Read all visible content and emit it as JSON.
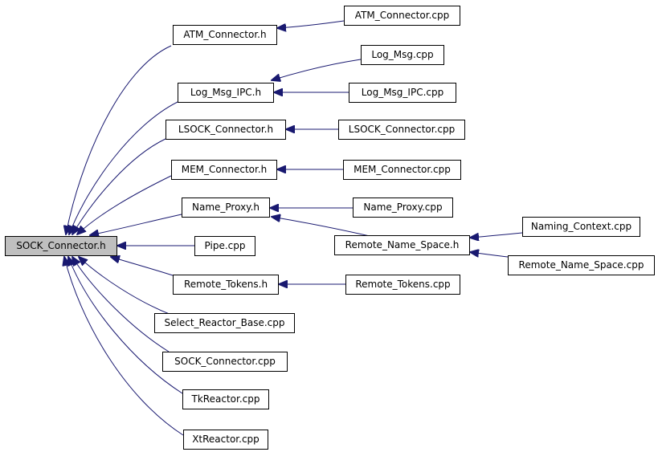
{
  "graph": {
    "edge_color": "#191970",
    "root_fill": "#bfbfbf",
    "nodes": {
      "sock_connector_h": "SOCK_Connector.h",
      "atm_connector_h": "ATM_Connector.h",
      "atm_connector_cpp": "ATM_Connector.cpp",
      "log_msg_ipc_h": "Log_Msg_IPC.h",
      "log_msg_cpp": "Log_Msg.cpp",
      "log_msg_ipc_cpp": "Log_Msg_IPC.cpp",
      "lsock_connector_h": "LSOCK_Connector.h",
      "lsock_connector_cpp": "LSOCK_Connector.cpp",
      "mem_connector_h": "MEM_Connector.h",
      "mem_connector_cpp": "MEM_Connector.cpp",
      "name_proxy_h": "Name_Proxy.h",
      "name_proxy_cpp": "Name_Proxy.cpp",
      "pipe_cpp": "Pipe.cpp",
      "remote_name_space_h": "Remote_Name_Space.h",
      "naming_context_cpp": "Naming_Context.cpp",
      "remote_name_space_cpp": "Remote_Name_Space.cpp",
      "remote_tokens_h": "Remote_Tokens.h",
      "remote_tokens_cpp": "Remote_Tokens.cpp",
      "select_reactor_base_cpp": "Select_Reactor_Base.cpp",
      "sock_connector_cpp": "SOCK_Connector.cpp",
      "tkreactor_cpp": "TkReactor.cpp",
      "xtreactor_cpp": "XtReactor.cpp"
    }
  }
}
